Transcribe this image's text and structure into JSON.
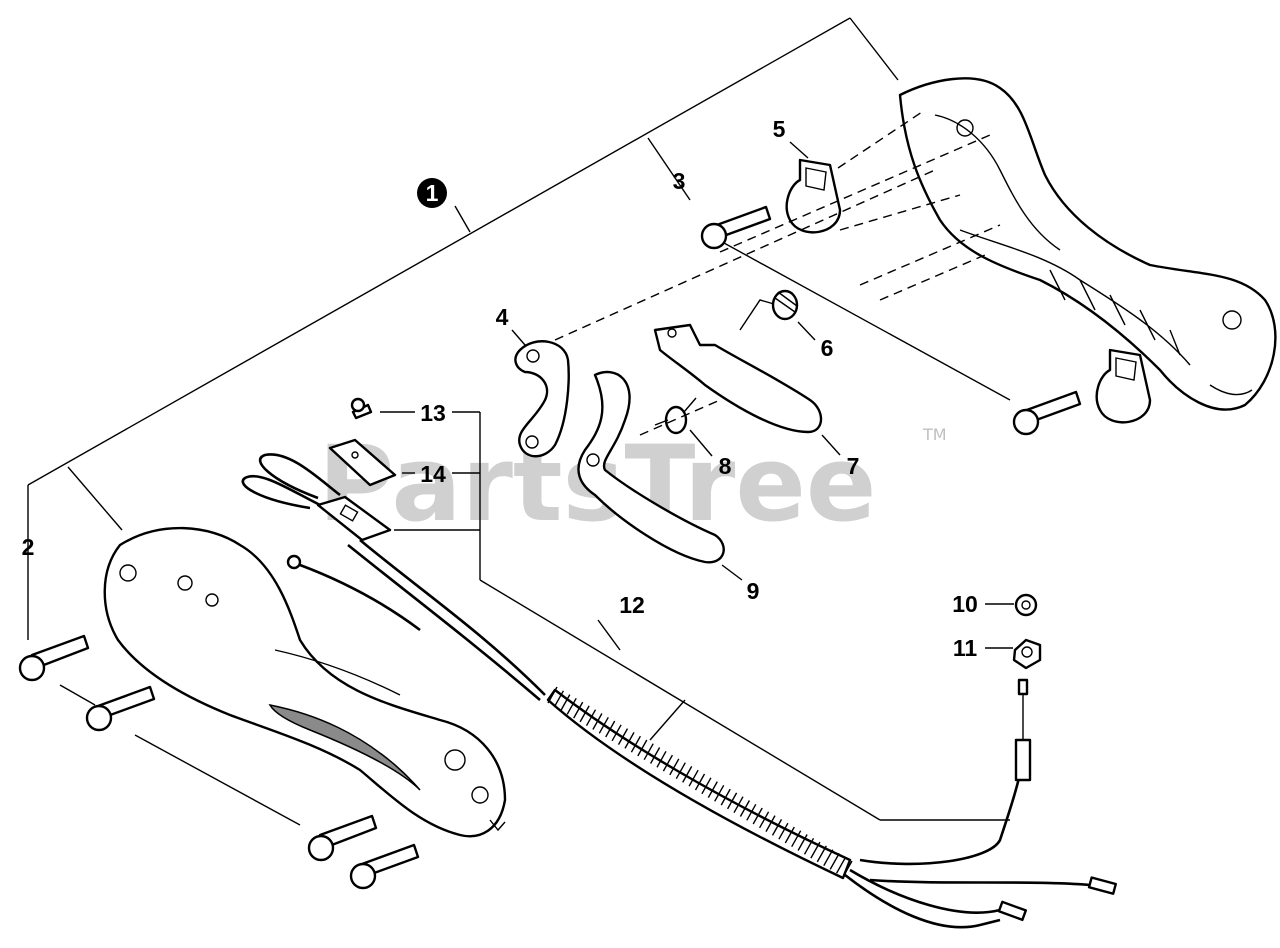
{
  "watermark": "PartsTree",
  "trademark": "TM",
  "callouts": {
    "assembly": "1",
    "n2": "2",
    "n3": "3",
    "n4": "4",
    "n5": "5",
    "n6": "6",
    "n7": "7",
    "n8": "8",
    "n9": "9",
    "n10": "10",
    "n11": "11",
    "n12": "12",
    "n13": "13",
    "n14": "14"
  }
}
